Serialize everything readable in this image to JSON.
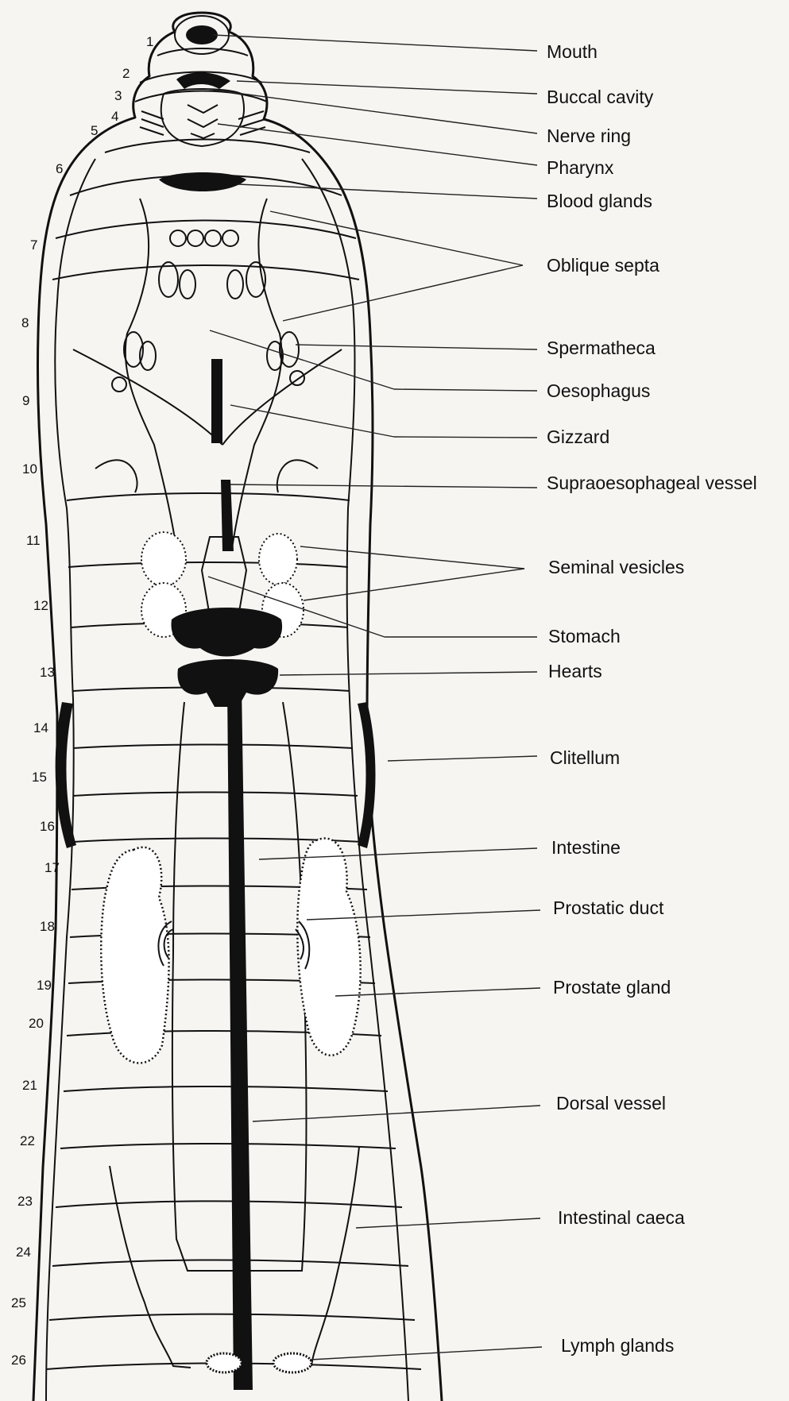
{
  "segments": [
    "1",
    "2",
    "3",
    "4",
    "5",
    "6",
    "7",
    "8",
    "9",
    "10",
    "11",
    "12",
    "13",
    "14",
    "15",
    "16",
    "17",
    "18",
    "19",
    "20",
    "21",
    "22",
    "23",
    "24",
    "25",
    "26"
  ],
  "labels": {
    "mouth": "Mouth",
    "buccal_cavity": "Buccal cavity",
    "nerve_ring": "Nerve ring",
    "pharynx": "Pharynx",
    "blood_glands": "Blood glands",
    "oblique_septa": "Oblique septa",
    "spermatheca": "Spermatheca",
    "oesophagus": "Oesophagus",
    "gizzard": "Gizzard",
    "supraoesophageal_vessel": "Supraoesophageal vessel",
    "seminal_vesicles": "Seminal vesicles",
    "stomach": "Stomach",
    "hearts": "Hearts",
    "clitellum": "Clitellum",
    "intestine": "Intestine",
    "prostatic_duct": "Prostatic duct",
    "prostate_gland": "Prostate gland",
    "dorsal_vessel": "Dorsal vessel",
    "intestinal_caeca": "Intestinal caeca",
    "lymph_glands": "Lymph glands"
  }
}
